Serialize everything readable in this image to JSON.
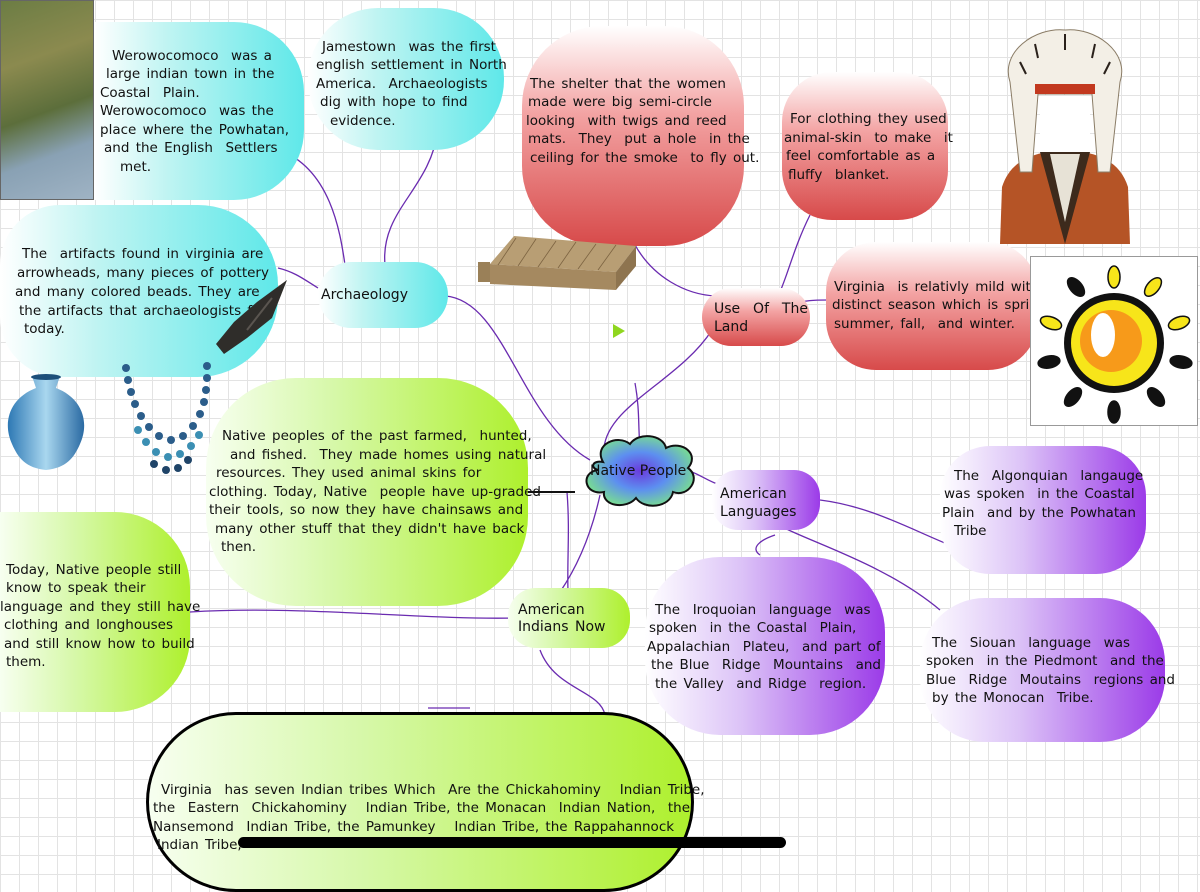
{
  "center": {
    "label": "Native People"
  },
  "archaeology": {
    "label": "Archaeology",
    "werowocomoco": [
      "Werowocomoco  was a",
      "large indian town in the",
      "Coastal  Plain.",
      "Werowocomoco  was the",
      "place where the Powhatan,",
      "and the English  Settlers",
      "met."
    ],
    "jamestown": [
      "Jamestown  was the first",
      "english settlement in North",
      "America.  Archaeologists",
      "dig with hope to find",
      "evidence."
    ],
    "artifacts": [
      "The  artifacts found in virginia are",
      "arrowheads, many pieces of pottery",
      "and many colored beads. They are",
      "the artifacts that archaeologists find",
      "today."
    ]
  },
  "land": {
    "label_lines": [
      "Use  Of  The",
      "Land"
    ],
    "shelter": [
      "The shelter that the women",
      "made were big semi-circle",
      "looking  with twigs and reed",
      "mats.  They  put a hole  in the",
      "ceiling for the smoke  to fly out."
    ],
    "clothing": [
      "For clothing they used",
      "animal-skin  to make  it",
      "feel comfortable as a",
      "fluffy  blanket."
    ],
    "climate": [
      "Virginia  is relativly mild with",
      "distinct season which is spring,",
      "summer, fall,  and winter."
    ]
  },
  "languages": {
    "label_lines": [
      "American",
      "Languages"
    ],
    "algonquian": [
      "The  Algonquian  langauge",
      "was spoken  in the Coastal",
      "Plain  and by the Powhatan",
      "Tribe"
    ],
    "iroquoian": [
      "The  Iroquoian  language  was",
      "spoken  in the Coastal  Plain,",
      "Appalachian  Plateu,  and part of",
      "the Blue  Ridge  Mountains  and",
      "the Valley  and Ridge  region."
    ],
    "siouan": [
      "The  Siouan  language  was",
      "spoken  in the Piedmont  and the",
      "Blue  Ridge  Moutains  regions and",
      "by the Monocan  Tribe."
    ]
  },
  "now": {
    "label_lines": [
      "American",
      "Indians Now"
    ],
    "past": [
      "Native peoples of the past farmed,  hunted,",
      "and fished.  They made homes using natural",
      "resources. They used animal skins for",
      "clothing. Today, Native  people have up-graded",
      "their tools, so now they have chainsaws and",
      "many other stuff that they didn't have back",
      "then."
    ],
    "today": [
      "Today, Native people still",
      "know to speak their",
      "language and they still have",
      "clothing and longhouses",
      "and still know how to build",
      "them."
    ],
    "tribes": [
      "Virginia  has seven Indian tribes Which  Are the Chickahominy   Indian Tribe,",
      "the  Eastern  Chickahominy   Indian Tribe, the Monacan  Indian Nation,  the",
      "Nansemond  Indian Tribe, the Pamunkey   Indian Tribe, the Rappahannock",
      "Indian Tribe,"
    ]
  },
  "colors": {
    "line": "#6a2bb0",
    "cyan": "#5fe8e9",
    "red": "#d74a4a",
    "green": "#aef02d",
    "purple": "#9b3be8"
  },
  "icons": [
    "landscape-photo",
    "arrowhead-icon",
    "vase-icon",
    "bead-necklace-icon",
    "longhouse-icon",
    "chief-headdress-icon",
    "sun-icon",
    "play-arrow-icon"
  ]
}
